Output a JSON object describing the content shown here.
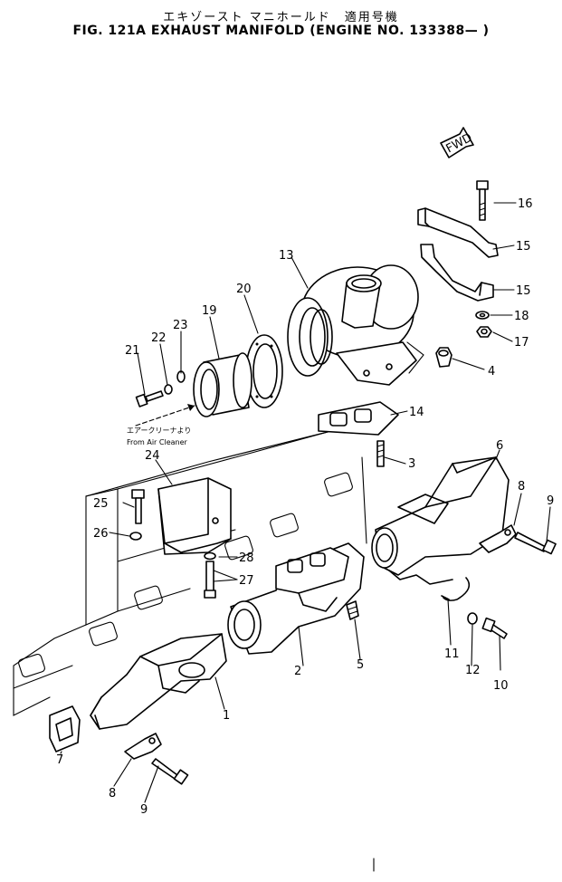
{
  "header": {
    "title_jp": "エキゾースト マニホールド　適用号機",
    "title_en": "FIG. 121A  EXHAUST MANIFOLD (ENGINE NO. 133388— )"
  },
  "fwd_label": "FWD",
  "note": {
    "jp": "エアークリーナより",
    "en": "From Air Cleaner"
  },
  "callouts": {
    "c1": "1",
    "c2": "2",
    "c3": "3",
    "c4": "4",
    "c5": "5",
    "c6": "6",
    "c7": "7",
    "c8a": "8",
    "c8b": "8",
    "c9a": "9",
    "c9b": "9",
    "c10": "10",
    "c11": "11",
    "c12": "12",
    "c13": "13",
    "c14": "14",
    "c15a": "15",
    "c15b": "15",
    "c16": "16",
    "c17": "17",
    "c18": "18",
    "c19": "19",
    "c20": "20",
    "c21": "21",
    "c22": "22",
    "c23": "23",
    "c24": "24",
    "c25": "25",
    "c26": "26",
    "c27": "27",
    "c28": "28"
  }
}
